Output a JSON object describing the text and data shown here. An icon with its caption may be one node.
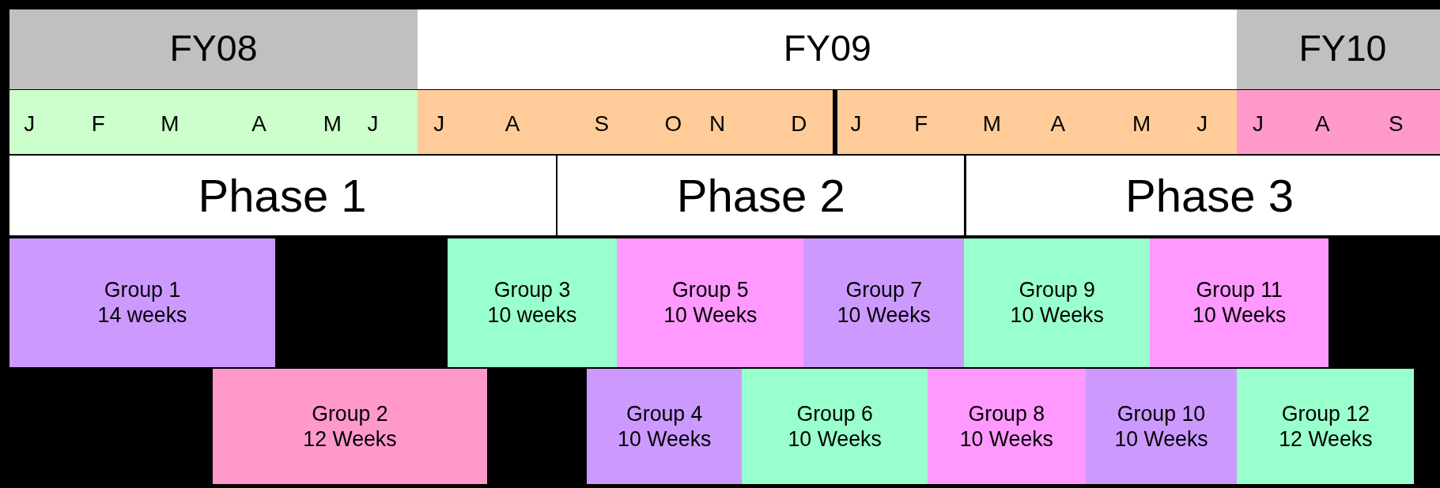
{
  "diagram": {
    "nodes": [
      {
        "text": [
          "FY08"
        ]
      },
      {
        "text": [
          "FY09"
        ]
      },
      {
        "text": [
          "FY10"
        ]
      },
      {
        "text": [
          "J",
          "F",
          "M",
          "A",
          "M",
          "J"
        ]
      },
      {
        "text": [
          "J",
          "A",
          "S",
          "O",
          "N",
          "D",
          "J",
          "F",
          "M",
          "A",
          "M",
          "J"
        ]
      },
      {
        "text": [
          "J",
          "A",
          "S"
        ]
      },
      {
        "text": [
          "Phase 1"
        ]
      },
      {
        "text": [
          "Phase 2"
        ]
      },
      {
        "text": [
          "Phase 3"
        ]
      },
      {
        "text": [
          "Group 1",
          "14 weeks"
        ]
      },
      {
        "text": [
          "Group 2",
          "12 Weeks"
        ]
      },
      {
        "text": [
          "Group 3",
          "10 weeks"
        ]
      },
      {
        "text": [
          "Group 4",
          "10 Weeks"
        ]
      },
      {
        "text": [
          "Group 5",
          "10 Weeks"
        ]
      },
      {
        "text": [
          "Group 6",
          "10 Weeks"
        ]
      },
      {
        "text": [
          "Group 7",
          "10 Weeks"
        ]
      },
      {
        "text": [
          "Group 8",
          "10 Weeks"
        ]
      },
      {
        "text": [
          "Group 9",
          "10 Weeks"
        ]
      },
      {
        "text": [
          "Group 10",
          "10 Weeks"
        ]
      },
      {
        "text": [
          "Group 11",
          "10 Weeks"
        ]
      },
      {
        "text": [
          "Group 12",
          "12 Weeks"
        ]
      }
    ]
  }
}
